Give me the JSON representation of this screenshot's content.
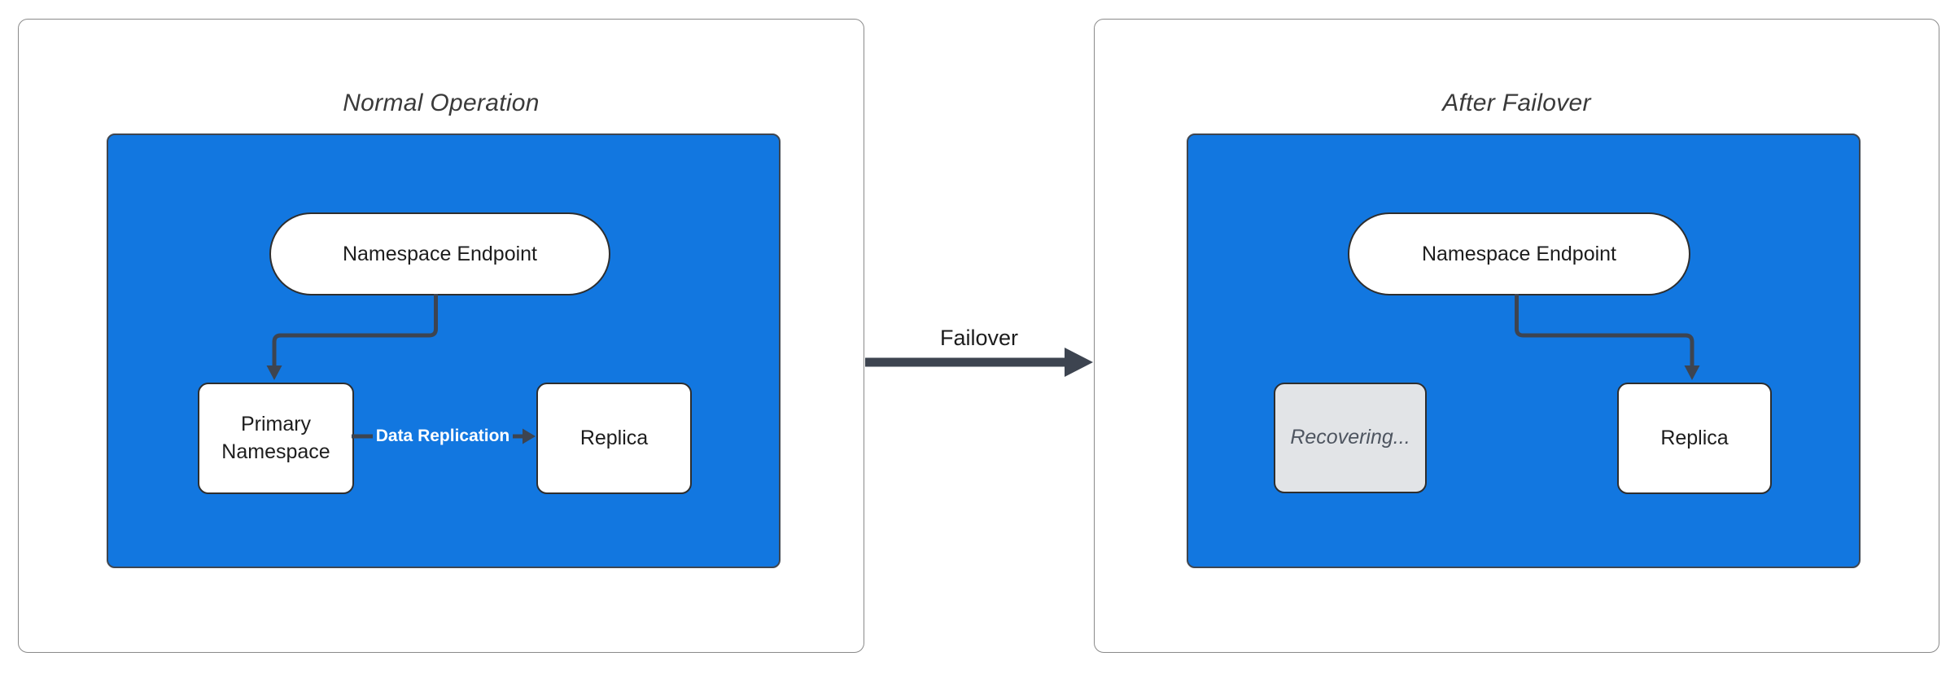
{
  "diagram_type": "failover-flow-diagram",
  "left_panel": {
    "title": "Normal Operation",
    "endpoint": "Namespace Endpoint",
    "primary_node": "Primary Namespace",
    "replica_node": "Replica",
    "replication_edge_label": "Data Replication"
  },
  "transition": {
    "label": "Failover"
  },
  "right_panel": {
    "title": "After Failover",
    "endpoint": "Namespace Endpoint",
    "recovering_node": "Recovering...",
    "replica_node": "Replica"
  },
  "colors": {
    "container_blue": "#1277e0",
    "node_white": "#ffffff",
    "recovering_gray": "#e2e4e7",
    "recovering_text": "#4e5560",
    "edge_dark": "#3d4450",
    "panel_border": "#8a8a8a",
    "cluster_border": "#3f4650",
    "node_border": "#2e2e2e",
    "node_text": "#1d1d1d",
    "title_text": "#3a3a3a",
    "label_white": "#ffffff"
  }
}
